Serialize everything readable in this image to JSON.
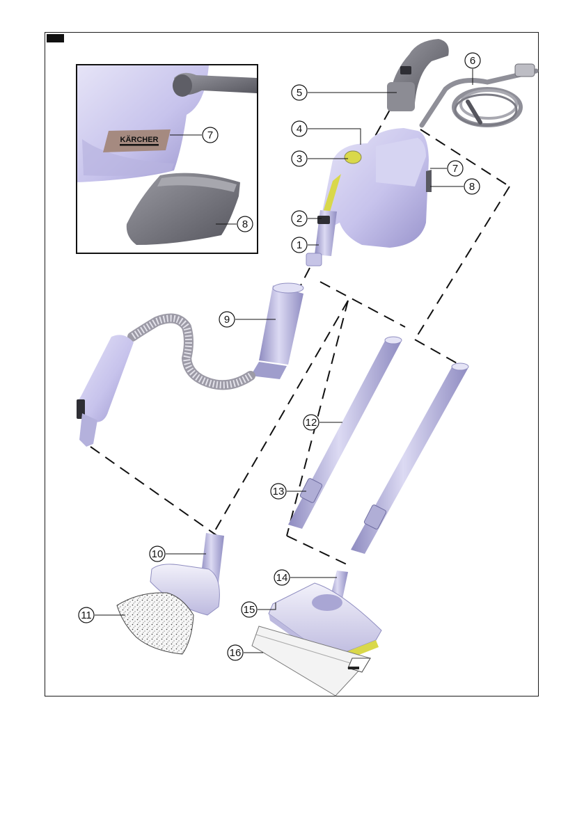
{
  "figure": {
    "brand_label": "KÄRCHER",
    "callouts": [
      "1",
      "2",
      "3",
      "4",
      "5",
      "6",
      "7",
      "8",
      "9",
      "10",
      "11",
      "12",
      "13",
      "14",
      "15",
      "16"
    ],
    "inset_callouts": [
      "7",
      "8"
    ],
    "colors": {
      "body": "#c9c6ec",
      "body_shade": "#a9a5d8",
      "grip": "#6f6f78",
      "tube": "#b6b4dc",
      "accent": "#d9d84a",
      "label_plate": "#a58a80"
    }
  }
}
